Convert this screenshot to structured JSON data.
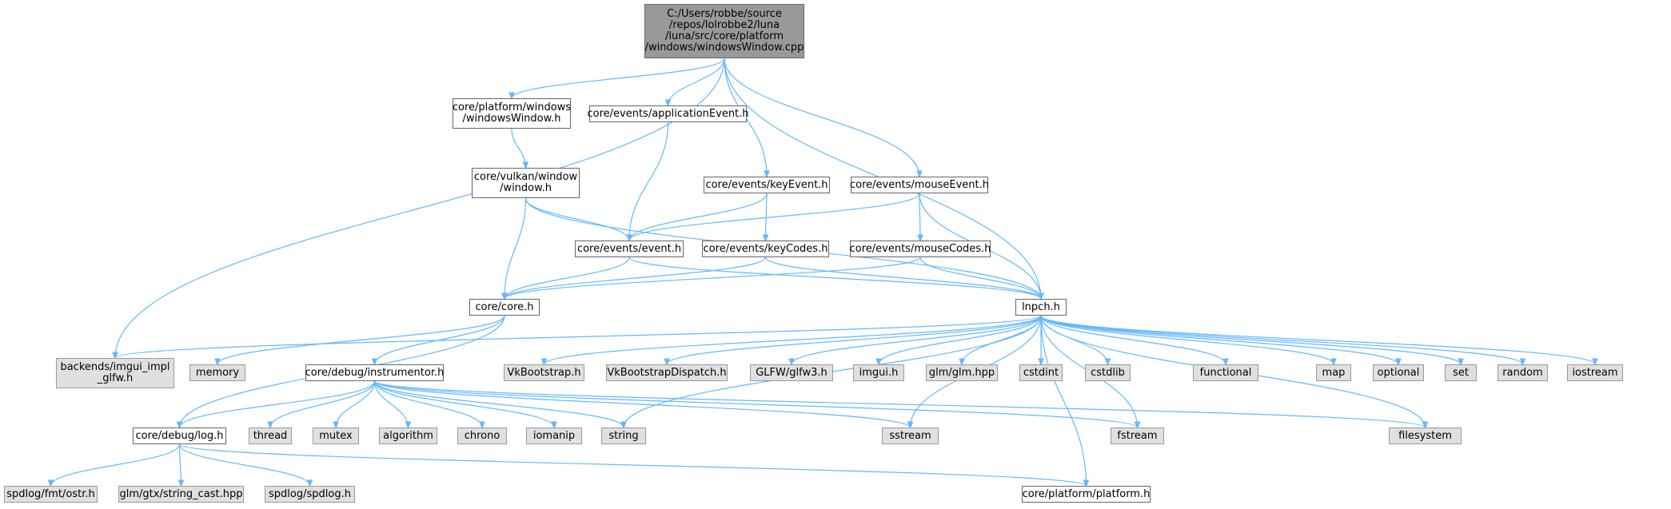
{
  "colors": {
    "edge": "#63b8ff",
    "file_border": "#666666",
    "sys_fill": "#e0e0e0",
    "root_fill": "#999999"
  },
  "nodes": [
    {
      "id": "root",
      "label": "C:/Users/robbe/source\n/repos/lolrobbe2/luna\n/luna/src/core/platform\n/windows/windowsWindow.cpp",
      "kind": "root"
    },
    {
      "id": "windowsWindow_h",
      "label": "core/platform/windows\n/windowsWindow.h",
      "kind": "file"
    },
    {
      "id": "applicationEvent_h",
      "label": "core/events/applicationEvent.h",
      "kind": "file"
    },
    {
      "id": "window_h",
      "label": "core/vulkan/window\n/window.h",
      "kind": "file"
    },
    {
      "id": "keyEvent_h",
      "label": "core/events/keyEvent.h",
      "kind": "file"
    },
    {
      "id": "mouseEvent_h",
      "label": "core/events/mouseEvent.h",
      "kind": "file"
    },
    {
      "id": "event_h",
      "label": "core/events/event.h",
      "kind": "file"
    },
    {
      "id": "keyCodes_h",
      "label": "core/events/keyCodes.h",
      "kind": "file"
    },
    {
      "id": "mouseCodes_h",
      "label": "core/events/mouseCodes.h",
      "kind": "file"
    },
    {
      "id": "core_h",
      "label": "core/core.h",
      "kind": "file"
    },
    {
      "id": "lnpch_h",
      "label": "lnpch.h",
      "kind": "file"
    },
    {
      "id": "imgui_glfw",
      "label": "backends/imgui_impl\n_glfw.h",
      "kind": "sys"
    },
    {
      "id": "memory",
      "label": "memory",
      "kind": "sys"
    },
    {
      "id": "instrumentor_h",
      "label": "core/debug/instrumentor.h",
      "kind": "file"
    },
    {
      "id": "vkbootstrap",
      "label": "VkBootstrap.h",
      "kind": "sys"
    },
    {
      "id": "vkbootstrapdispatch",
      "label": "VkBootstrapDispatch.h",
      "kind": "sys"
    },
    {
      "id": "glfw3",
      "label": "GLFW/glfw3.h",
      "kind": "sys"
    },
    {
      "id": "imgui",
      "label": "imgui.h",
      "kind": "sys"
    },
    {
      "id": "glm",
      "label": "glm/glm.hpp",
      "kind": "sys"
    },
    {
      "id": "cstdint",
      "label": "cstdint",
      "kind": "sys"
    },
    {
      "id": "cstdlib",
      "label": "cstdlib",
      "kind": "sys"
    },
    {
      "id": "functional",
      "label": "functional",
      "kind": "sys"
    },
    {
      "id": "map",
      "label": "map",
      "kind": "sys"
    },
    {
      "id": "optional",
      "label": "optional",
      "kind": "sys"
    },
    {
      "id": "set",
      "label": "set",
      "kind": "sys"
    },
    {
      "id": "random",
      "label": "random",
      "kind": "sys"
    },
    {
      "id": "iostream",
      "label": "iostream",
      "kind": "sys"
    },
    {
      "id": "log_h",
      "label": "core/debug/log.h",
      "kind": "file"
    },
    {
      "id": "thread",
      "label": "thread",
      "kind": "sys"
    },
    {
      "id": "mutex",
      "label": "mutex",
      "kind": "sys"
    },
    {
      "id": "algorithm",
      "label": "algorithm",
      "kind": "sys"
    },
    {
      "id": "chrono",
      "label": "chrono",
      "kind": "sys"
    },
    {
      "id": "iomanip",
      "label": "iomanip",
      "kind": "sys"
    },
    {
      "id": "string",
      "label": "string",
      "kind": "sys"
    },
    {
      "id": "sstream",
      "label": "sstream",
      "kind": "sys"
    },
    {
      "id": "fstream",
      "label": "fstream",
      "kind": "sys"
    },
    {
      "id": "filesystem",
      "label": "filesystem",
      "kind": "sys"
    },
    {
      "id": "fmt_ostr",
      "label": "spdlog/fmt/ostr.h",
      "kind": "sys"
    },
    {
      "id": "string_cast",
      "label": "glm/gtx/string_cast.hpp",
      "kind": "sys"
    },
    {
      "id": "spdlog_h",
      "label": "spdlog/spdlog.h",
      "kind": "sys"
    },
    {
      "id": "platform_h",
      "label": "core/platform/platform.h",
      "kind": "file"
    }
  ],
  "edges": [
    [
      "root",
      "imgui_glfw"
    ],
    [
      "root",
      "windowsWindow_h"
    ],
    [
      "root",
      "applicationEvent_h"
    ],
    [
      "root",
      "keyEvent_h"
    ],
    [
      "root",
      "mouseEvent_h"
    ],
    [
      "root",
      "lnpch_h"
    ],
    [
      "windowsWindow_h",
      "window_h"
    ],
    [
      "applicationEvent_h",
      "event_h"
    ],
    [
      "window_h",
      "event_h"
    ],
    [
      "window_h",
      "core_h"
    ],
    [
      "window_h",
      "lnpch_h"
    ],
    [
      "keyEvent_h",
      "event_h"
    ],
    [
      "keyEvent_h",
      "keyCodes_h"
    ],
    [
      "mouseEvent_h",
      "event_h"
    ],
    [
      "mouseEvent_h",
      "mouseCodes_h"
    ],
    [
      "mouseEvent_h",
      "lnpch_h"
    ],
    [
      "event_h",
      "core_h"
    ],
    [
      "event_h",
      "lnpch_h"
    ],
    [
      "keyCodes_h",
      "core_h"
    ],
    [
      "keyCodes_h",
      "lnpch_h"
    ],
    [
      "mouseCodes_h",
      "core_h"
    ],
    [
      "mouseCodes_h",
      "lnpch_h"
    ],
    [
      "core_h",
      "memory"
    ],
    [
      "core_h",
      "instrumentor_h"
    ],
    [
      "core_h",
      "log_h"
    ],
    [
      "lnpch_h",
      "imgui_glfw"
    ],
    [
      "lnpch_h",
      "vkbootstrap"
    ],
    [
      "lnpch_h",
      "vkbootstrapdispatch"
    ],
    [
      "lnpch_h",
      "glfw3"
    ],
    [
      "lnpch_h",
      "imgui"
    ],
    [
      "lnpch_h",
      "glm"
    ],
    [
      "lnpch_h",
      "cstdint"
    ],
    [
      "lnpch_h",
      "cstdlib"
    ],
    [
      "lnpch_h",
      "functional"
    ],
    [
      "lnpch_h",
      "map"
    ],
    [
      "lnpch_h",
      "optional"
    ],
    [
      "lnpch_h",
      "set"
    ],
    [
      "lnpch_h",
      "random"
    ],
    [
      "lnpch_h",
      "iostream"
    ],
    [
      "lnpch_h",
      "string"
    ],
    [
      "lnpch_h",
      "sstream"
    ],
    [
      "lnpch_h",
      "fstream"
    ],
    [
      "lnpch_h",
      "filesystem"
    ],
    [
      "lnpch_h",
      "platform_h"
    ],
    [
      "instrumentor_h",
      "log_h"
    ],
    [
      "instrumentor_h",
      "thread"
    ],
    [
      "instrumentor_h",
      "mutex"
    ],
    [
      "instrumentor_h",
      "algorithm"
    ],
    [
      "instrumentor_h",
      "chrono"
    ],
    [
      "instrumentor_h",
      "iomanip"
    ],
    [
      "instrumentor_h",
      "string"
    ],
    [
      "instrumentor_h",
      "sstream"
    ],
    [
      "instrumentor_h",
      "fstream"
    ],
    [
      "instrumentor_h",
      "filesystem"
    ],
    [
      "log_h",
      "fmt_ostr"
    ],
    [
      "log_h",
      "string_cast"
    ],
    [
      "log_h",
      "spdlog_h"
    ],
    [
      "log_h",
      "platform_h"
    ]
  ]
}
